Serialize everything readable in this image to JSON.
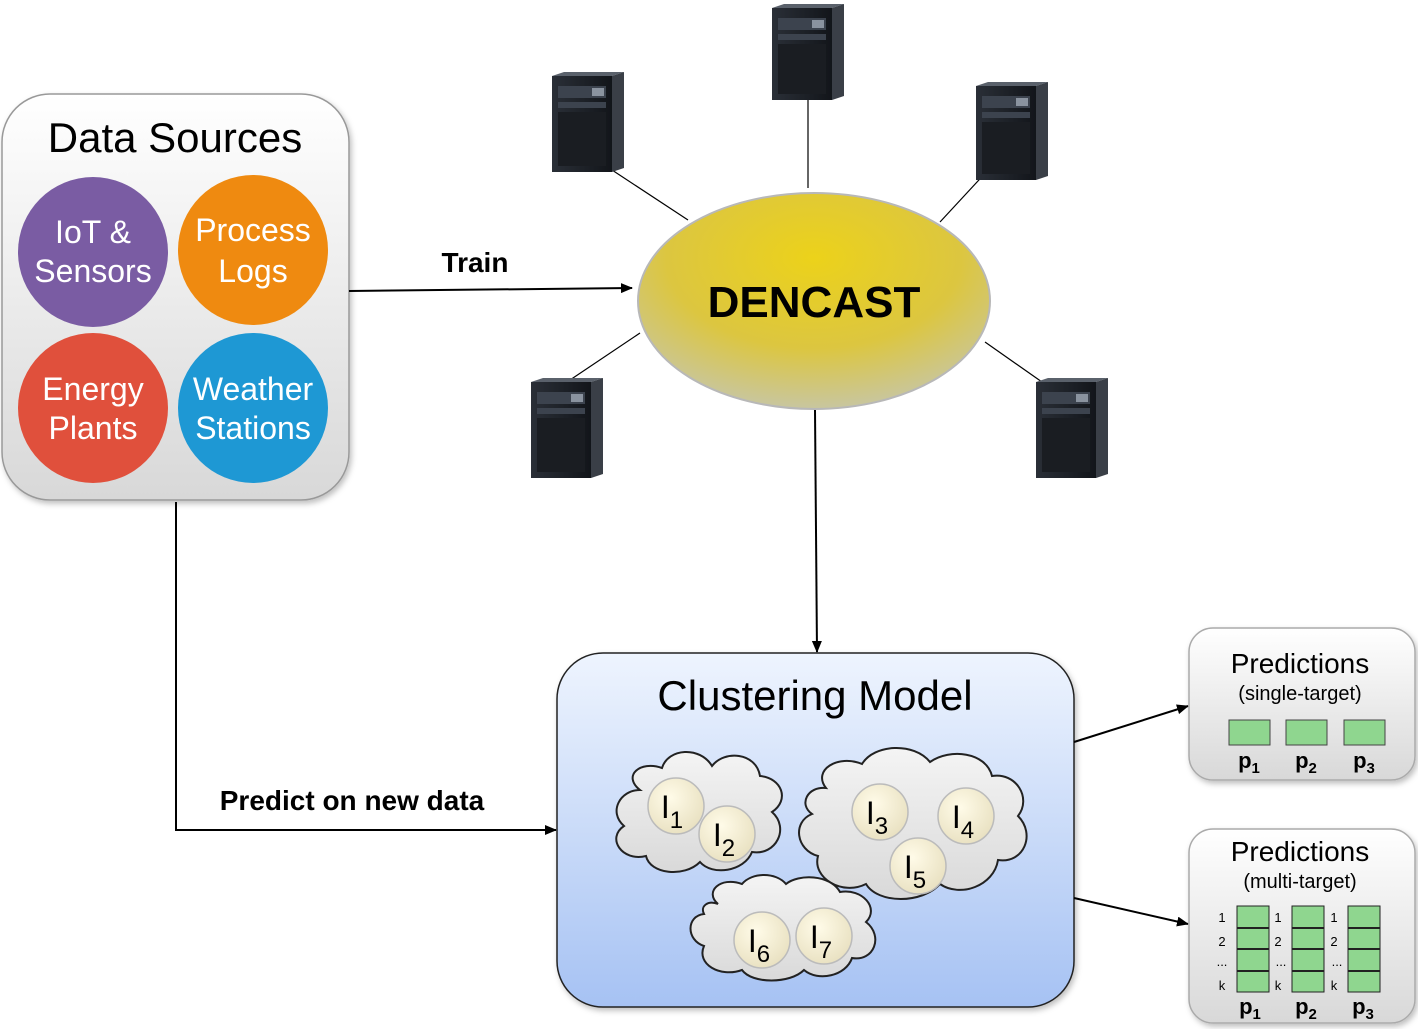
{
  "data_sources": {
    "title": "Data Sources",
    "items": [
      {
        "line1": "IoT &",
        "line2": "Sensors",
        "color": "#7a5ca3"
      },
      {
        "line1": "Process",
        "line2": "Logs",
        "color": "#ef8a10"
      },
      {
        "line1": "Energy",
        "line2": "Plants",
        "color": "#e0503c"
      },
      {
        "line1": "Weather",
        "line2": "Stations",
        "color": "#1e98d4"
      }
    ]
  },
  "train_label": "Train",
  "predict_label": "Predict on new data",
  "dencast_label": "DENCAST",
  "clustering": {
    "title": "Clustering Model",
    "instances": [
      {
        "base": "I",
        "sub": "1"
      },
      {
        "base": "I",
        "sub": "2"
      },
      {
        "base": "I",
        "sub": "3"
      },
      {
        "base": "I",
        "sub": "4"
      },
      {
        "base": "I",
        "sub": "5"
      },
      {
        "base": "I",
        "sub": "6"
      },
      {
        "base": "I",
        "sub": "7"
      }
    ]
  },
  "predictions_single": {
    "title": "Predictions",
    "subtitle": "(single-target)",
    "labels": [
      {
        "base": "p",
        "sub": "1"
      },
      {
        "base": "p",
        "sub": "2"
      },
      {
        "base": "p",
        "sub": "3"
      }
    ]
  },
  "predictions_multi": {
    "title": "Predictions",
    "subtitle": "(multi-target)",
    "row_labels": [
      "1",
      "2",
      "...",
      "k"
    ],
    "labels": [
      {
        "base": "p",
        "sub": "1"
      },
      {
        "base": "p",
        "sub": "2"
      },
      {
        "base": "p",
        "sub": "3"
      }
    ]
  },
  "colors": {
    "dencast": "#e0c20a",
    "clustering_top": "#e9f1fd",
    "clustering_bottom": "#a8c4f4",
    "prediction_cell": "#8fd68f"
  }
}
